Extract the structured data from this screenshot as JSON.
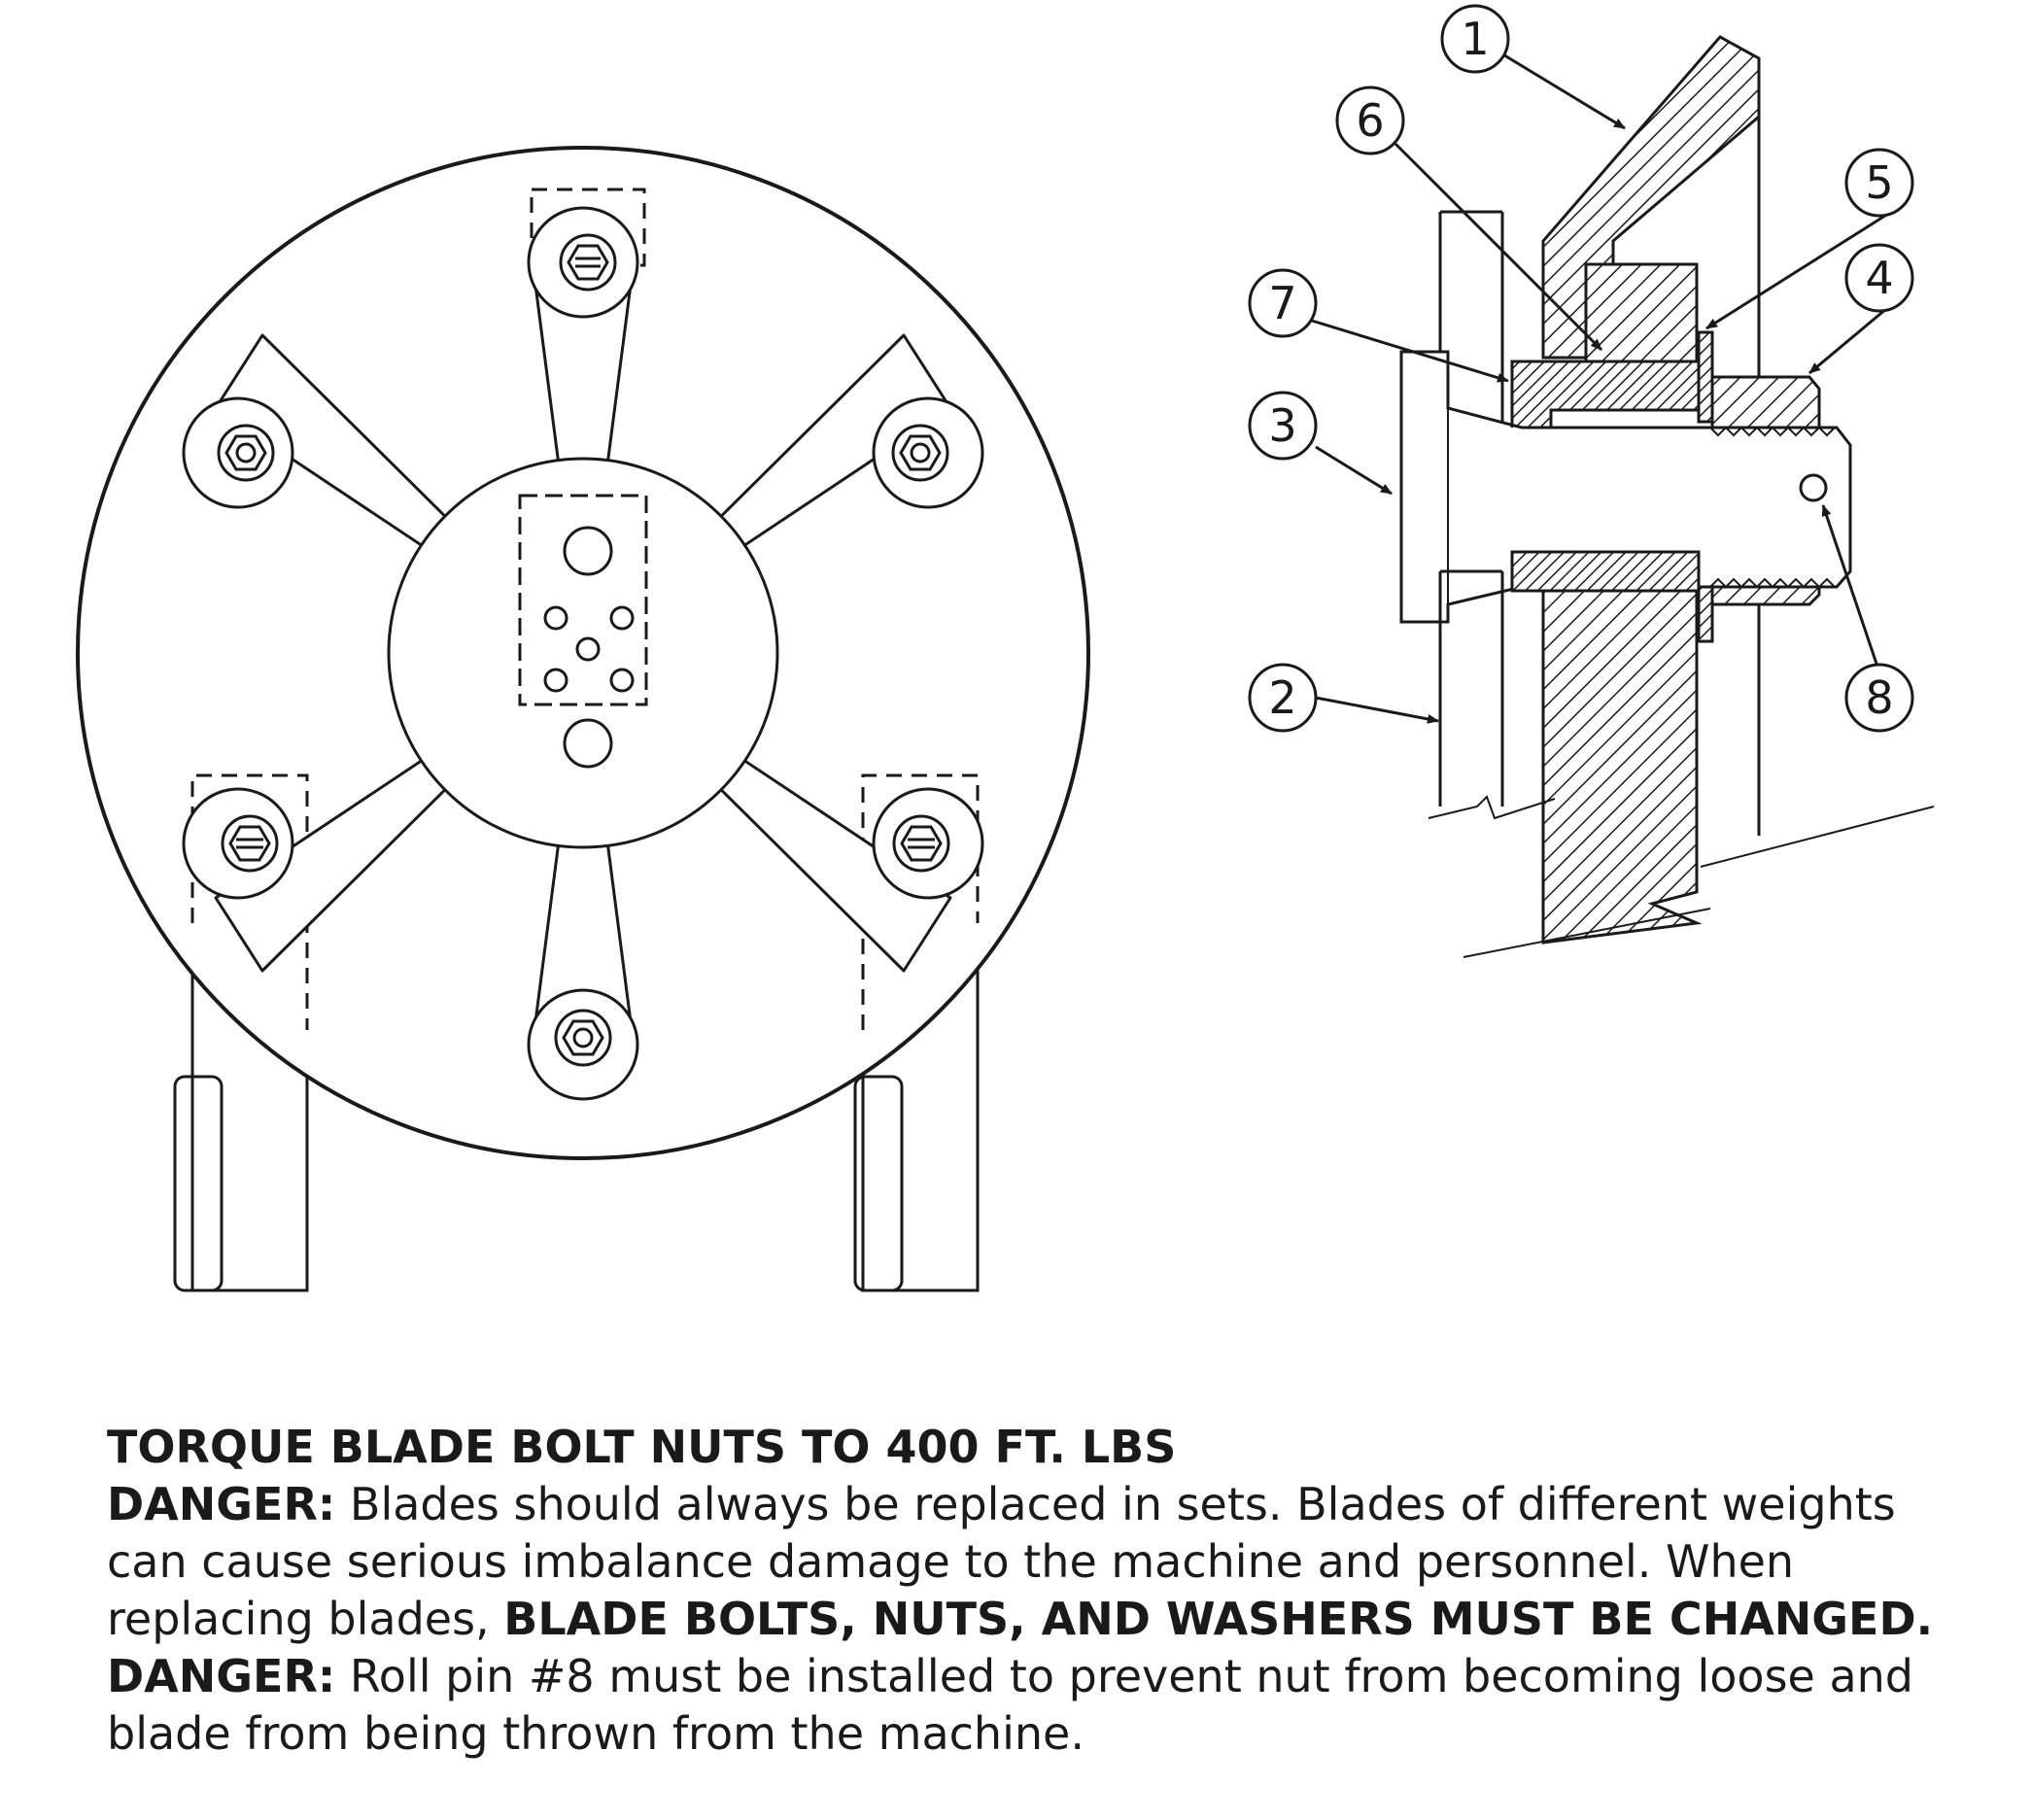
{
  "callouts": [
    "1",
    "2",
    "3",
    "4",
    "5",
    "6",
    "7",
    "8"
  ],
  "notes": {
    "torque_heading": "TORQUE BLADE BOLT NUTS TO 400 FT. LBS",
    "danger1_label": "DANGER:",
    "danger1_text": " Blades should always be replaced in sets. Blades of different weights can cause serious imbalance damage to the machine and personnel. When replacing blades, ",
    "danger1_bold": "BLADE BOLTS, NUTS, AND WASHERS MUST BE CHANGED.",
    "danger2_label": "DANGER:",
    "danger2_text": " Roll pin #8 must be installed to prevent nut from becoming loose and blade from being thrown from the machine."
  }
}
